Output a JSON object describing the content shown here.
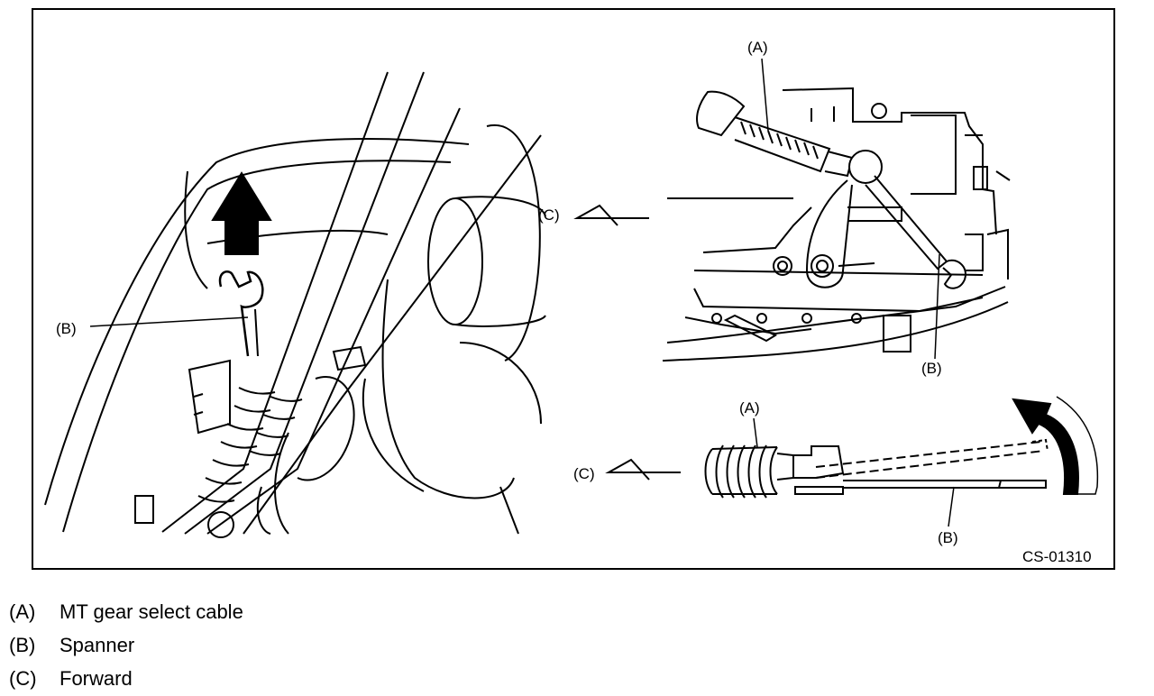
{
  "figure": {
    "code": "CS-01310",
    "callouts": {
      "left_b": "(B)",
      "tr_a": "(A)",
      "tr_b": "(B)",
      "tr_c": "(C)",
      "br_a": "(A)",
      "br_b": "(B)",
      "br_c": "(C)"
    }
  },
  "legend": [
    {
      "key": "(A)",
      "text": "MT gear select cable"
    },
    {
      "key": "(B)",
      "text": "Spanner"
    },
    {
      "key": "(C)",
      "text": "Forward"
    }
  ]
}
